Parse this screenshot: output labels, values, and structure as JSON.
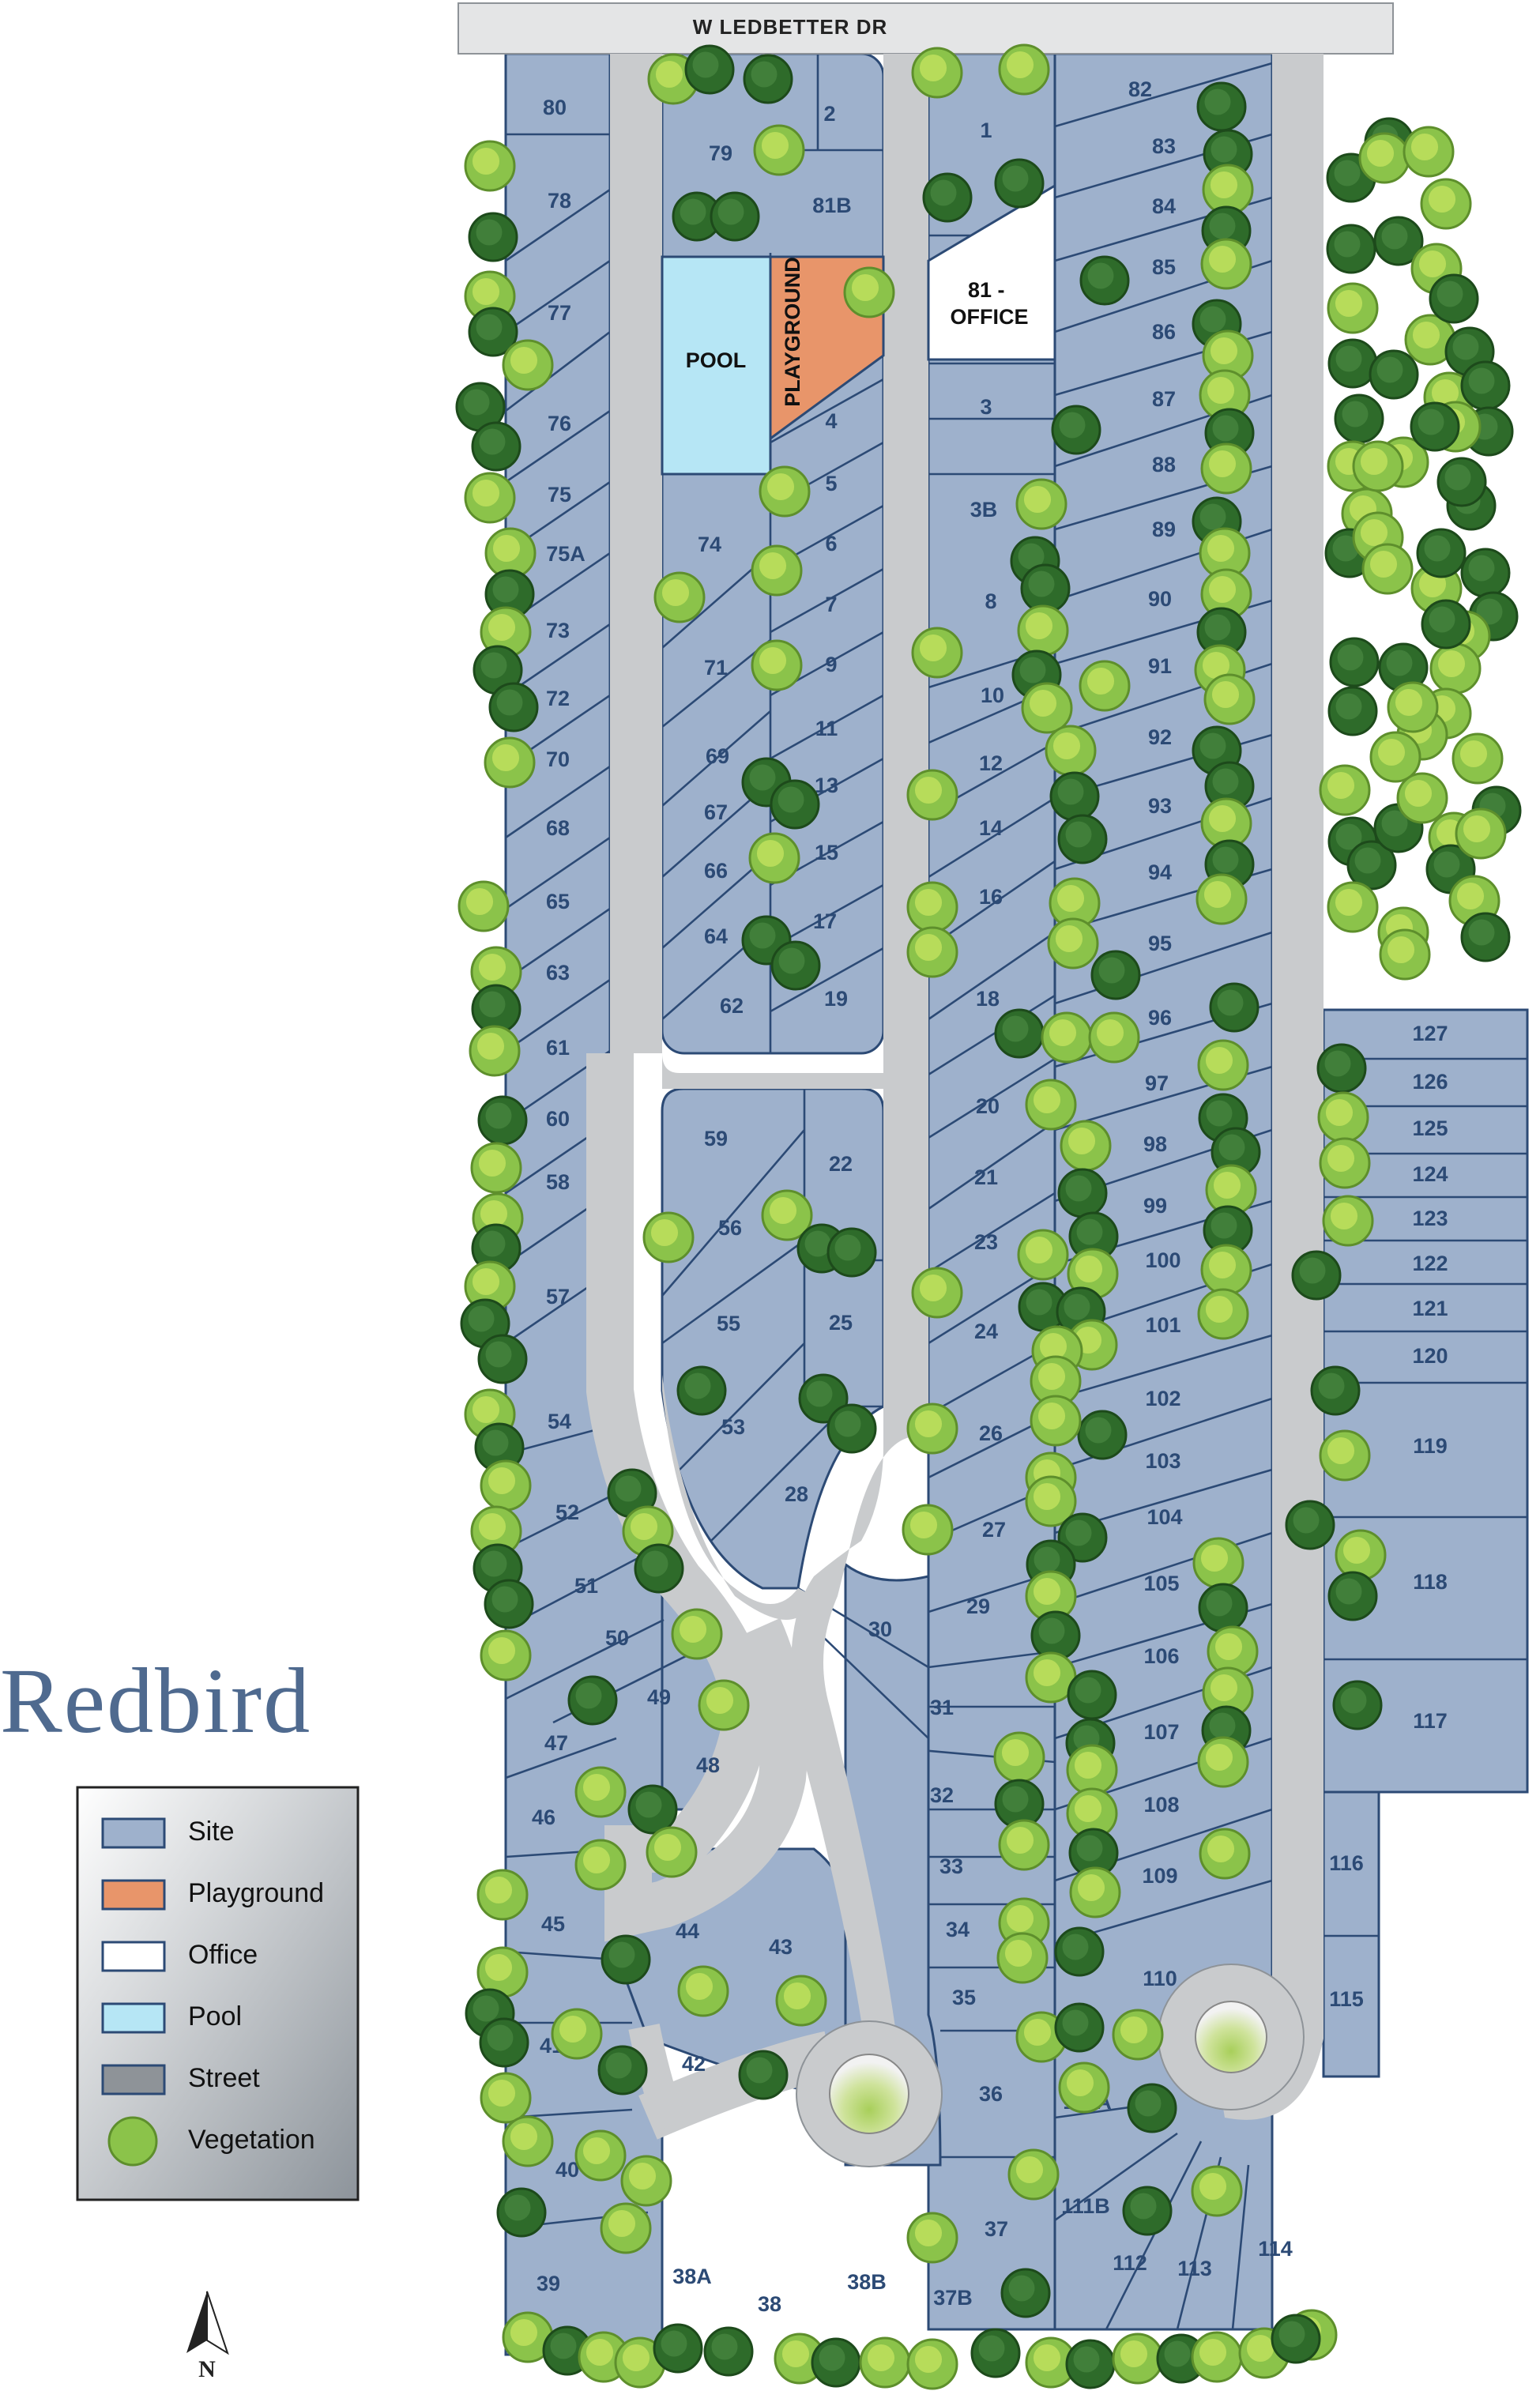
{
  "map": {
    "title": "Redbird",
    "street_name": "W LEDBETTER DR",
    "north_label": "N",
    "features": {
      "pool": "POOL",
      "playground": "PLAYGROUND",
      "office": "81 - OFFICE"
    },
    "colors": {
      "site": "#9eb1cc",
      "site_outline": "#2c4a75",
      "playground": "#e8956a",
      "office": "#ffffff",
      "pool": "#b6e6f5",
      "street": "#c9cbcd",
      "vegetation_light": "#8bc34a",
      "vegetation_dark": "#2e6b2a"
    },
    "legend": [
      {
        "label": "Site",
        "swatch": "site"
      },
      {
        "label": "Playground",
        "swatch": "playground"
      },
      {
        "label": "Office",
        "swatch": "office"
      },
      {
        "label": "Pool",
        "swatch": "pool"
      },
      {
        "label": "Street",
        "swatch": "street"
      },
      {
        "label": "Vegetation",
        "swatch": "vegetation-icon"
      }
    ],
    "lots": [
      "80",
      "78",
      "77",
      "76",
      "75",
      "75A",
      "73",
      "72",
      "70",
      "68",
      "65",
      "63",
      "61",
      "60",
      "58",
      "57",
      "54",
      "52",
      "51",
      "50",
      "49",
      "48",
      "47",
      "46",
      "45",
      "44",
      "43",
      "42",
      "41",
      "40",
      "39",
      "38A",
      "38",
      "38B",
      "37B",
      "37",
      "36",
      "35",
      "34",
      "33",
      "32",
      "31",
      "30",
      "29",
      "28",
      "27",
      "26",
      "25",
      "24",
      "23",
      "22",
      "21",
      "20",
      "19",
      "18",
      "17",
      "16",
      "15",
      "14",
      "13",
      "12",
      "11",
      "10",
      "9",
      "8",
      "7",
      "6",
      "5",
      "4",
      "3",
      "3B",
      "2",
      "1",
      "79",
      "81B",
      "74",
      "71",
      "69",
      "67",
      "66",
      "64",
      "62",
      "59",
      "56",
      "55",
      "53",
      "82",
      "83",
      "84",
      "85",
      "86",
      "87",
      "88",
      "89",
      "90",
      "91",
      "92",
      "93",
      "94",
      "95",
      "96",
      "97",
      "98",
      "99",
      "100",
      "101",
      "102",
      "103",
      "104",
      "105",
      "106",
      "107",
      "108",
      "109",
      "110",
      "111A",
      "111B",
      "112",
      "113",
      "114",
      "115",
      "116",
      "117",
      "118",
      "119",
      "120",
      "121",
      "122",
      "123",
      "124",
      "125",
      "126",
      "127"
    ]
  }
}
